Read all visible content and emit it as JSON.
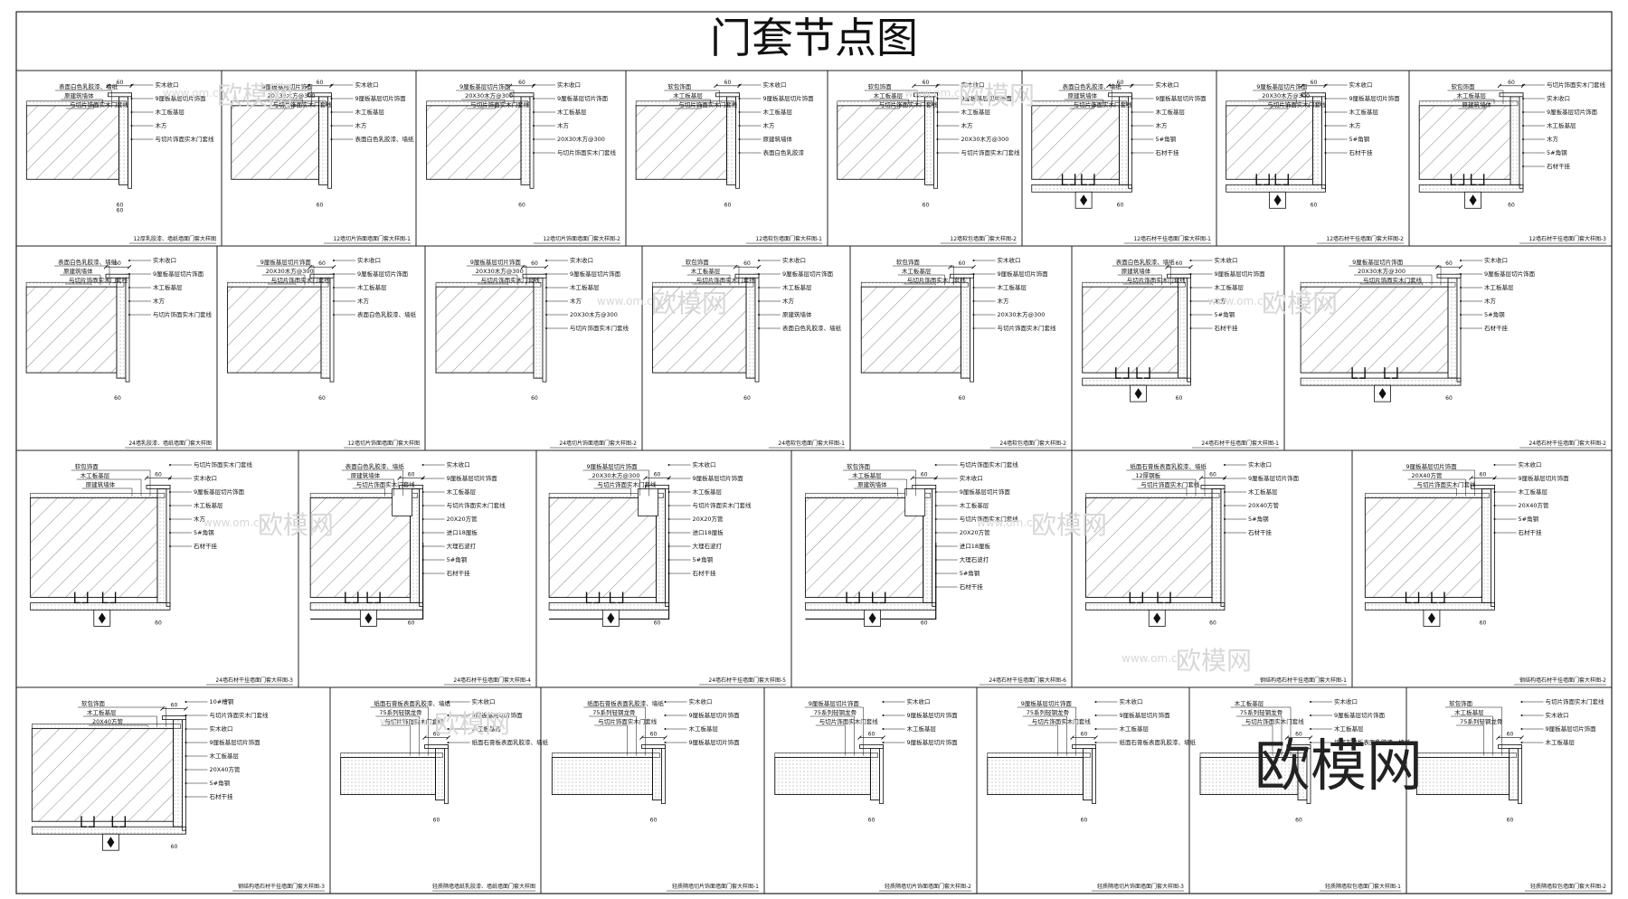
{
  "title": "门套节点图",
  "watermark": {
    "site": "www.om.cn",
    "brand": "欧模网"
  },
  "rows": [
    [
      {
        "caption": "12厚乳胶漆、墙纸墙面门套大样图",
        "labels": [
          "表面白色乳胶漆、墙纸",
          "原建筑墙体",
          "与切片饰面实木门套线",
          "实木收口",
          "9厘板基层切片饰面",
          "木工板基层",
          "木方",
          "与切片饰面实木门套线"
        ],
        "dims": [
          "60",
          "60",
          "60"
        ],
        "variant": "plain"
      },
      {
        "caption": "12墙切片饰面墙面门套大样图-1",
        "labels": [
          "9厘板基层切片饰面",
          "20X30木方@300",
          "与切片饰面实木门套线",
          "实木收口",
          "9厘板基层切片饰面",
          "木工板基层",
          "木方",
          "表面白色乳胶漆、墙纸"
        ],
        "dims": [
          "60",
          "60"
        ],
        "variant": "plain"
      },
      {
        "caption": "12墙切片饰面墙面门套大样图-2",
        "labels": [
          "9厘板基层切片饰面",
          "20X30木方@300",
          "与切片饰面实木门套线",
          "实木收口",
          "9厘板基层切片饰面",
          "木工板基层",
          "木方",
          "20X30木方@300",
          "与切片饰面实木门套线"
        ],
        "dims": [
          "60",
          "60"
        ],
        "variant": "plain"
      },
      {
        "caption": "12墙软包墙面门套大样图-1",
        "labels": [
          "软包饰面",
          "木工板基层",
          "与切片饰面实木门套线",
          "实木收口",
          "9厘板基层切片饰面",
          "木工板基层",
          "木方",
          "原建筑墙体",
          "表面白色乳胶漆"
        ],
        "dims": [
          "60",
          "60"
        ],
        "variant": "plain"
      },
      {
        "caption": "12墙软包墙面门套大样图-2",
        "labels": [
          "软包饰面",
          "木工板基层",
          "与切片饰面实木门套线",
          "实木收口",
          "9厘板基层切片饰面",
          "木工板基层",
          "木方",
          "20X30木方@300",
          "与切片饰面实木门套线"
        ],
        "dims": [
          "60",
          "60"
        ],
        "variant": "plain"
      },
      {
        "caption": "12墙石材干挂墙面门套大样图-1",
        "labels": [
          "表面白色乳胶漆、墙纸",
          "原建筑墙体",
          "与切片饰面实木门套线",
          "实木收口",
          "9厘板基层切片饰面",
          "木工板基层",
          "木方",
          "5#角钢",
          "石材干挂"
        ],
        "dims": [
          "60",
          "60"
        ],
        "variant": "stone"
      },
      {
        "caption": "12墙石材干挂墙面门套大样图-2",
        "labels": [
          "9厘板基层切片饰面",
          "20X30木方@300",
          "与切片饰面实木门套线",
          "实木收口",
          "9厘板基层切片饰面",
          "木工板基层",
          "木方",
          "5#角钢",
          "石材干挂"
        ],
        "dims": [
          "60",
          "60"
        ],
        "variant": "stone"
      },
      {
        "caption": "12墙石材干挂墙面门套大样图-3",
        "labels": [
          "软包饰面",
          "木工板基层",
          "原建筑墙体",
          "与切片饰面实木门套线",
          "实木收口",
          "9厘板基层切片饰面",
          "木工板基层",
          "木方",
          "5#角钢",
          "石材干挂"
        ],
        "dims": [
          "60",
          "60"
        ],
        "variant": "stone"
      }
    ],
    [
      {
        "caption": "24墙乳胶漆、墙纸墙面门套大样图",
        "labels": [
          "表面白色乳胶漆、墙纸",
          "原建筑墙体",
          "与切片饰面实木门套线",
          "实木收口",
          "9厘板基层切片饰面",
          "木工板基层",
          "木方",
          "与切片饰面实木门套线"
        ],
        "dims": [
          "60",
          "60"
        ],
        "variant": "plain"
      },
      {
        "caption": "12墙切片饰面墙面门套大样图",
        "labels": [
          "9厘板基层切片饰面",
          "20X30木方@300",
          "与切片饰面实木门套线",
          "实木收口",
          "9厘板基层切片饰面",
          "木工板基层",
          "木方",
          "表面白色乳胶漆、墙纸"
        ],
        "dims": [
          "60",
          "60"
        ],
        "variant": "plain"
      },
      {
        "caption": "24墙切片饰面墙面门套大样图-2",
        "labels": [
          "9厘板基层切片饰面",
          "20X30木方@300",
          "与切片饰面实木门套线",
          "实木收口",
          "9厘板基层切片饰面",
          "木工板基层",
          "木方",
          "20X30木方@300",
          "与切片饰面实木门套线"
        ],
        "dims": [
          "60",
          "60"
        ],
        "variant": "plain"
      },
      {
        "caption": "24墙软包墙面门套大样图-1",
        "labels": [
          "软包饰面",
          "木工板基层",
          "与切片饰面实木门套线",
          "实木收口",
          "9厘板基层切片饰面",
          "木工板基层",
          "木方",
          "原建筑墙体",
          "表面白色乳胶漆、墙纸"
        ],
        "dims": [
          "60",
          "60"
        ],
        "variant": "plain"
      },
      {
        "caption": "24墙软包墙面门套大样图-2",
        "labels": [
          "软包饰面",
          "木工板基层",
          "与切片饰面实木门套线",
          "实木收口",
          "9厘板基层切片饰面",
          "木工板基层",
          "木方",
          "20X30木方@300",
          "与切片饰面实木门套线"
        ],
        "dims": [
          "60",
          "60"
        ],
        "variant": "plain"
      },
      {
        "caption": "24墙石材干挂墙面门套大样图-1",
        "labels": [
          "表面白色乳胶漆、墙纸",
          "原建筑墙体",
          "与切片饰面实木门套线",
          "实木收口",
          "9厘板基层切片饰面",
          "木工板基层",
          "木方",
          "5#角钢",
          "石材干挂"
        ],
        "dims": [
          "60",
          "60"
        ],
        "variant": "stone"
      },
      {
        "caption": "24墙石材干挂墙面门套大样图-2",
        "labels": [
          "9厘板基层切片饰面",
          "20X30木方@300",
          "与切片饰面实木门套线",
          "实木收口",
          "9厘板基层切片饰面",
          "木工板基层",
          "木方",
          "5#角钢",
          "石材干挂"
        ],
        "dims": [
          "60",
          "60"
        ],
        "variant": "stone"
      }
    ],
    [
      {
        "caption": "24墙石材干挂墙面门套大样图-3",
        "labels": [
          "软包饰面",
          "木工板基层",
          "原建筑墙体",
          "与切片饰面实木门套线",
          "实木收口",
          "9厘板基层切片饰面",
          "木工板基层",
          "木方",
          "5#角钢",
          "石材干挂"
        ],
        "dims": [
          "60",
          "60"
        ],
        "variant": "stone"
      },
      {
        "caption": "24墙石材干挂墙面门套大样图-4",
        "labels": [
          "表面白色乳胶漆、墙纸",
          "原建筑墙体",
          "与切片饰面实木门套线",
          "实木收口",
          "9厘板基层切片饰面",
          "木工板基层",
          "与切片饰面实木门套线",
          "20X20方管",
          "进口18厘板",
          "大理石波打",
          "5#角钢",
          "石材干挂"
        ],
        "dims": [
          "60",
          "60"
        ],
        "variant": "step"
      },
      {
        "caption": "24墙石材干挂墙面门套大样图-5",
        "labels": [
          "9厘板基层切片饰面",
          "20X30木方@300",
          "与切片饰面实木门套线",
          "实木收口",
          "9厘板基层切片饰面",
          "木工板基层",
          "与切片饰面实木门套线",
          "20X20方管",
          "进口18厘板",
          "大理石波打",
          "5#角钢",
          "石材干挂"
        ],
        "dims": [
          "60",
          "60"
        ],
        "variant": "step"
      },
      {
        "caption": "24墙石材干挂墙面门套大样图-6",
        "labels": [
          "软包饰面",
          "木工板基层",
          "原建筑墙体",
          "与切片饰面实木门套线",
          "实木收口",
          "9厘板基层切片饰面",
          "木工板基层",
          "与切片饰面实木门套线",
          "20X20方管",
          "进口18厘板",
          "大理石波打",
          "5#角钢",
          "石材干挂"
        ],
        "dims": [
          "60",
          "60"
        ],
        "variant": "step"
      },
      {
        "caption": "钢结构墙石材干挂墙面门套大样图-1",
        "labels": [
          "纸面石膏板表面乳胶漆、墙纸",
          "12厚钢板",
          "与切片饰面实木门套线",
          "实木收口",
          "9厘板基层切片饰面",
          "木工板基层",
          "20X40方管",
          "5#角钢",
          "石材干挂"
        ],
        "dims": [
          "60",
          "60"
        ],
        "variant": "steel"
      },
      {
        "caption": "钢结构墙石材干挂墙面门套大样图-2",
        "labels": [
          "9厘板基层切片饰面",
          "20X40方管",
          "与切片饰面实木门套线",
          "实木收口",
          "9厘板基层切片饰面",
          "木工板基层",
          "20X40方管",
          "5#角钢",
          "石材干挂"
        ],
        "dims": [
          "60",
          "60"
        ],
        "variant": "steel"
      }
    ],
    [
      {
        "caption": "钢结构墙石材干挂墙面门套大样图-3",
        "labels": [
          "软包饰面",
          "木工板基层",
          "20X40方管",
          "10#槽钢",
          "与切片饰面实木门套线",
          "实木收口",
          "9厘板基层切片饰面",
          "木工板基层",
          "20X40方管",
          "5#角钢",
          "石材干挂"
        ],
        "dims": [
          "60",
          "60"
        ],
        "variant": "steel"
      },
      {
        "caption": "轻质隔墙墙纸乳胶漆、墙纸墙面门套大样图",
        "labels": [
          "纸面石膏板表面乳胶漆、墙纸",
          "75系列轻钢龙骨",
          "与切片饰面实木门套线",
          "实木收口",
          "9厘板基层切片饰面",
          "木工板基层",
          "纸面石膏板表面乳胶漆、墙纸"
        ],
        "dims": [
          "60",
          "60"
        ],
        "variant": "thin"
      },
      {
        "caption": "轻质隔墙切片饰面墙面门套大样图-1",
        "labels": [
          "纸面石膏板表面乳胶漆、墙纸",
          "75系列轻钢龙骨",
          "与切片饰面实木门套线",
          "实木收口",
          "9厘板基层切片饰面",
          "木工板基层",
          "9厘板基层切片饰面"
        ],
        "dims": [
          "60",
          "60"
        ],
        "variant": "thin"
      },
      {
        "caption": "轻质隔墙切片饰面墙面门套大样图-2",
        "labels": [
          "9厘板基层切片饰面",
          "75系列轻钢龙骨",
          "与切片饰面实木门套线",
          "实木收口",
          "9厘板基层切片饰面",
          "木工板基层",
          "9厘板基层切片饰面"
        ],
        "dims": [
          "60",
          "60"
        ],
        "variant": "thin"
      },
      {
        "caption": "轻质隔墙切片饰面墙面门套大样图-3",
        "labels": [
          "9厘板基层切片饰面",
          "75系列轻钢龙骨",
          "与切片饰面实木门套线",
          "实木收口",
          "9厘板基层切片饰面",
          "木工板基层",
          "纸面石膏板表面乳胶漆、墙纸"
        ],
        "dims": [
          "60",
          "60"
        ],
        "variant": "thin"
      },
      {
        "caption": "轻质隔墙软包墙面门套大样图-1",
        "labels": [
          "木工板基层",
          "75系列轻钢龙骨",
          "与切片饰面实木门套线",
          "实木收口",
          "9厘板基层切片饰面",
          "木工板基层",
          "纸面石膏板表面乳胶漆、墙纸"
        ],
        "dims": [
          "60",
          "60"
        ],
        "variant": "thin"
      },
      {
        "caption": "轻质隔墙软包墙面门套大样图-2",
        "labels": [
          "软包饰面",
          "木工板基层",
          "75系列轻钢龙骨",
          "与切片饰面实木门套线",
          "实木收口",
          "9厘板基层切片饰面",
          "木工板基层"
        ],
        "dims": [
          "60",
          "60"
        ],
        "variant": "thin"
      }
    ]
  ]
}
